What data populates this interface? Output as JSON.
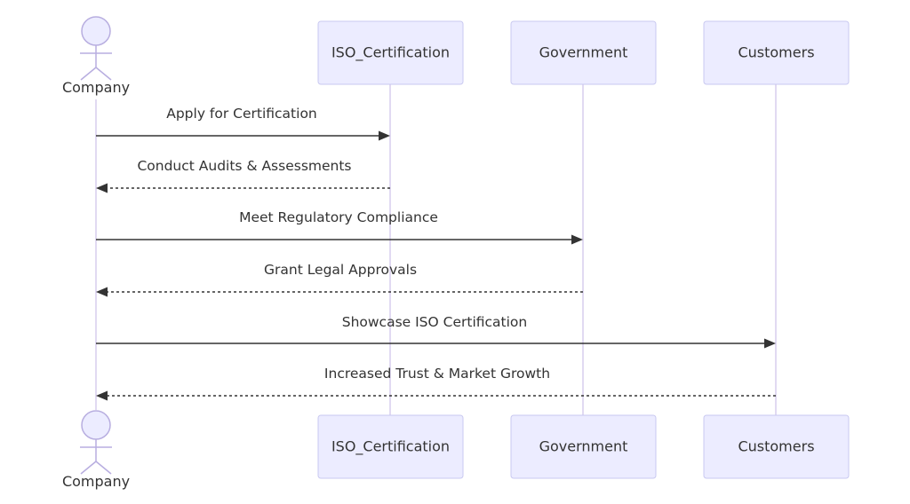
{
  "participants": [
    {
      "id": "company",
      "label": "Company",
      "kind": "actor"
    },
    {
      "id": "iso",
      "label": "ISO_Certification",
      "kind": "box"
    },
    {
      "id": "gov",
      "label": "Government",
      "kind": "box"
    },
    {
      "id": "cust",
      "label": "Customers",
      "kind": "box"
    }
  ],
  "messages": [
    {
      "from": "company",
      "to": "iso",
      "label": "Apply for Certification",
      "style": "solid"
    },
    {
      "from": "iso",
      "to": "company",
      "label": "Conduct Audits & Assessments",
      "style": "dashed"
    },
    {
      "from": "company",
      "to": "gov",
      "label": "Meet Regulatory Compliance",
      "style": "solid"
    },
    {
      "from": "gov",
      "to": "company",
      "label": "Grant Legal Approvals",
      "style": "dashed"
    },
    {
      "from": "company",
      "to": "cust",
      "label": "Showcase ISO Certification",
      "style": "solid"
    },
    {
      "from": "cust",
      "to": "company",
      "label": "Increased Trust & Market Growth",
      "style": "dashed"
    }
  ],
  "colors": {
    "box_fill": "#ececff",
    "box_stroke": "#c9c9f0",
    "lifeline": "#d7cdee",
    "arrow": "#333333",
    "text": "#333333"
  }
}
